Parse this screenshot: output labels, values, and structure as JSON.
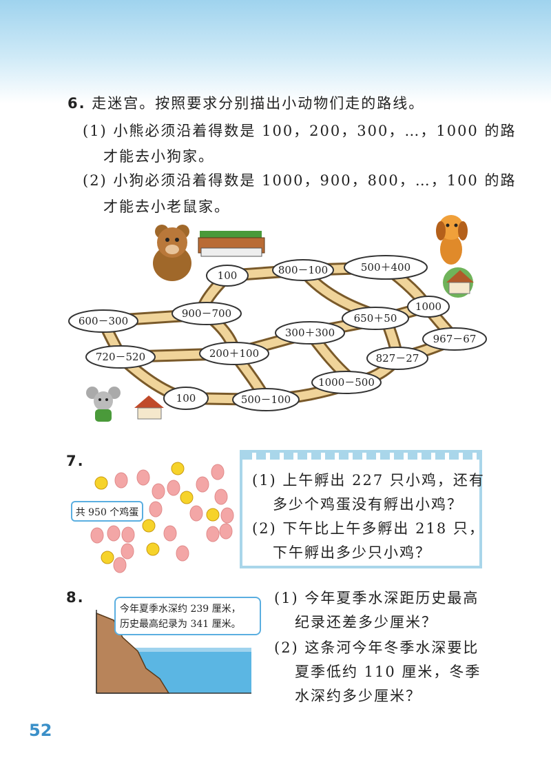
{
  "page_number": "52",
  "q6": {
    "number": "6.",
    "title": "走迷宫。按照要求分别描出小动物们走的路线。",
    "part1_line1": "(1) 小熊必须沿着得数是 100，200，300，…，1000 的路",
    "part1_line2": "才能去小狗家。",
    "part2_line1": "(2) 小狗必须沿着得数是 1000，900，800，…，100 的路",
    "part2_line2": "才能去小老鼠家。",
    "maze_nodes": [
      "100",
      "800－100",
      "500＋400",
      "1000",
      "650＋50",
      "967－67",
      "600－300",
      "900－700",
      "300＋300",
      "720－520",
      "200＋100",
      "827－27",
      "1000－500",
      "100",
      "500－100"
    ]
  },
  "q7": {
    "number": "7.",
    "egg_tag": "共 950 个鸡蛋",
    "part1_line1": "(1) 上午孵出 227 只小鸡，还有",
    "part1_line2": "多少个鸡蛋没有孵出小鸡？",
    "part2_line1": "(2) 下午比上午多孵出 218 只，",
    "part2_line2": "下午孵出多少只小鸡？"
  },
  "q8": {
    "number": "8.",
    "note_line1": "今年夏季水深约 239 厘米，",
    "note_line2": "历史最高纪录为 341 厘米。",
    "part1_line1": "(1) 今年夏季水深距历史最高",
    "part1_line2": "纪录还差多少厘米？",
    "part2_line1": "(2) 这条河今年冬季水深要比",
    "part2_line2": "夏季低约 110 厘米，冬季",
    "part2_line3": "水深约多少厘米？"
  },
  "colors": {
    "header_blue": "#9fd3ee",
    "accent_blue": "#3a8fc8",
    "path_tan": "#e6c58a",
    "water": "#5bb6e3"
  }
}
